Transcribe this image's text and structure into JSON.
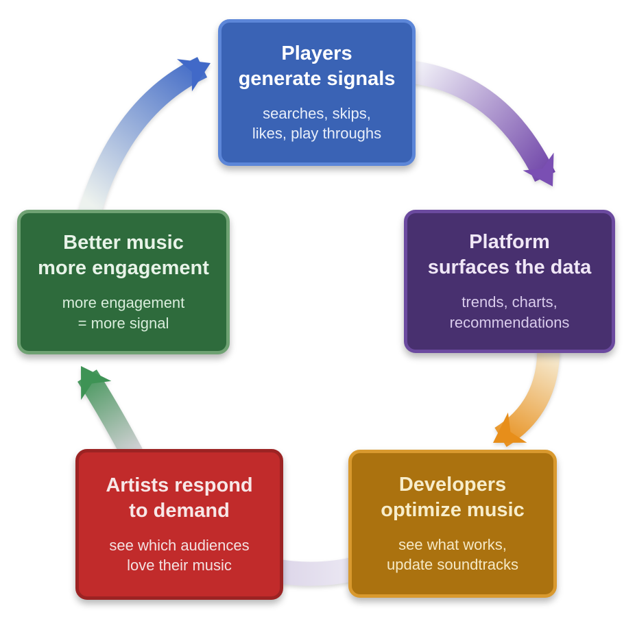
{
  "diagram": {
    "background_color": "#ffffff",
    "nodes": [
      {
        "id": "players",
        "title_lines": [
          "Players",
          "generate signals"
        ],
        "subtitle_lines": [
          "searches, skips,",
          "likes, play throughs"
        ],
        "fill_color": "#3a63b5",
        "border_color": "#5c86d8",
        "title_color": "#ffffff",
        "subtitle_color": "#e8eef9"
      },
      {
        "id": "platform",
        "title_lines": [
          "Platform",
          "surfaces the data"
        ],
        "subtitle_lines": [
          "trends, charts,",
          "recommendations"
        ],
        "fill_color": "#48306f",
        "border_color": "#6b4a9f",
        "title_color": "#f0e7f6",
        "subtitle_color": "#d9ccec"
      },
      {
        "id": "developers",
        "title_lines": [
          "Developers",
          "optimize music"
        ],
        "subtitle_lines": [
          "see what works,",
          "update soundtracks"
        ],
        "fill_color": "#ab720f",
        "border_color": "#d9992e",
        "title_color": "#f7edcb",
        "subtitle_color": "#f5e9c6"
      },
      {
        "id": "artists",
        "title_lines": [
          "Artists respond",
          "to demand"
        ],
        "subtitle_lines": [
          "see which audiences",
          "love their music"
        ],
        "fill_color": "#c12b2b",
        "border_color": "#9c2323",
        "title_color": "#f7e7e7",
        "subtitle_color": "#f3e2e2"
      },
      {
        "id": "better-music",
        "title_lines": [
          "Better music",
          "more engagement"
        ],
        "subtitle_lines": [
          "more engagement",
          "= more signal"
        ],
        "fill_color": "#2e6b3c",
        "border_color": "#6fa273",
        "title_color": "#e8f3e8",
        "subtitle_color": "#d9eddc"
      }
    ],
    "arrows": [
      {
        "id": "a",
        "name": "better-music-to-players",
        "from_color": "#edf2ee",
        "to_color": "#416ac6",
        "head_color": "#4169c8"
      },
      {
        "id": "b",
        "name": "players-to-platform",
        "from_color": "#f0eff7",
        "to_color": "#6c40a6",
        "head_color": "#7a4fb3"
      },
      {
        "id": "c",
        "name": "platform-to-developers",
        "from_color": "#f6ebd2",
        "to_color": "#e78e1a",
        "head_color": "#e78e1a"
      },
      {
        "id": "d",
        "name": "developers-to-artists",
        "from_color": "#edeaf4",
        "to_color": "#dbd4e8",
        "head_color": ""
      },
      {
        "id": "e",
        "name": "artists-to-better-music",
        "from_color": "#d3d2d6",
        "to_color": "#3e9355",
        "head_color": "#3e9355"
      }
    ]
  }
}
